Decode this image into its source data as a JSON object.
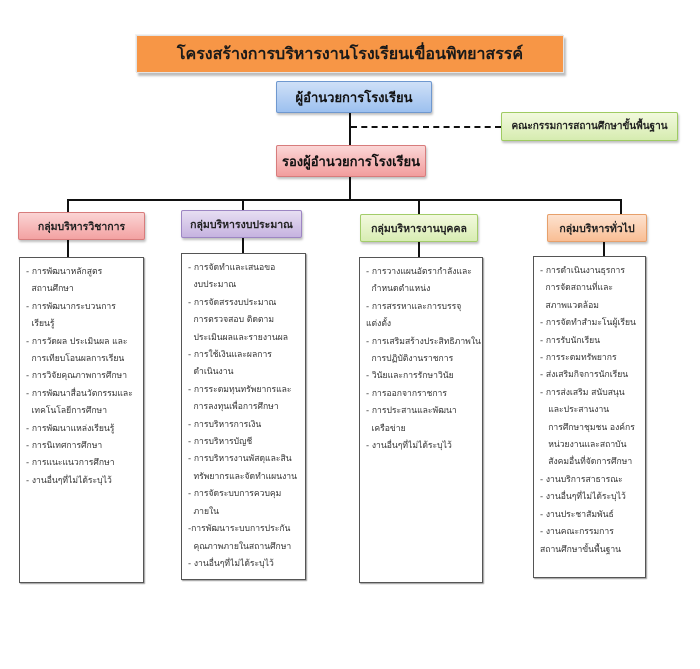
{
  "diagram": {
    "title": "โครงสร้างการบริหารงานโรงเรียนเขื่อนพิทยาสรรค์",
    "director": "ผู้อำนวยการโรงเรียน",
    "committee": "คณะกรรมการสถานศึกษาขั้นพื้นฐาน",
    "deputy": "รองผู้อำนวยการโรงเรียน",
    "colors": {
      "title": "#f79646",
      "director": "#9cc0ef",
      "committee": "#d6ecb0",
      "deputy": "#f29d9d",
      "academic": "#f3a2a2",
      "budget": "#c6b3e0",
      "personnel": "#d8edb3",
      "general": "#f9be94"
    },
    "groups": [
      {
        "title": "กลุ่มบริหารวิชาการ",
        "lines": [
          "- การพัฒนาหลักสูตร",
          "  สถานศึกษา",
          "- การพัฒนากระบวนการ",
          "  เรียนรู้",
          "- การวัดผล ประเมินผล และ",
          "  การเทียบโอนผลการเรียน",
          "- การวิจัยคุณภาพการศึกษา",
          "- การพัฒนาสื่อนวัตกรรมและ",
          "  เทคโนโลยีการศึกษา",
          "- การพัฒนาแหล่งเรียนรู้",
          "- การนิเทศการศึกษา",
          "- การแนะแนวการศึกษา",
          "- งานอื่นๆที่ไม่ได้ระบุไว้"
        ]
      },
      {
        "title": "กลุ่มบริหารงบประมาณ",
        "lines": [
          "- การจัดทำและเสนอขอ",
          "  งบประมาณ",
          "- การจัดสรรงบประมาณ",
          "  การตรวจสอบ ติดตาม",
          "  ประเมินผลและรายงานผล",
          "- การใช้เงินและผลการ",
          "  ดำเนินงาน",
          "- การระดมทุนทรัพยากรและ",
          "  การลงทุนเพื่อการศึกษา",
          "- การบริหารการเงิน",
          "- การบริหารบัญชี",
          "- การบริหารงานพัสดุและสิน",
          "  ทรัพยากรและจัดทำแผนงาน",
          "- การจัดระบบการควบคุม",
          "  ภายใน",
          "-การพัฒนาระบบการประกัน",
          "  คุณภาพภายในสถานศึกษา",
          "- งานอื่นๆที่ไม่ได้ระบุไว้"
        ]
      },
      {
        "title": "กลุ่มบริหารงานบุคคล",
        "lines": [
          "- การวางแผนอัตรากำลังและ",
          "  กำหนดตำแหน่ง",
          "- การสรรหาและการบรรจุ",
          "แต่งตั้ง",
          "- การเสริมสร้างประสิทธิภาพใน",
          "  การปฏิบัติงานราชการ",
          "- วินัยและการรักษาวินัย",
          "- การออกจากราชการ",
          "- การประสานและพัฒนา",
          "  เครือข่าย",
          "- งานอื่นๆที่ไม่ได้ระบุไว้"
        ]
      },
      {
        "title": "กลุ่มบริหารทั่วไป",
        "lines": [
          "- การดำเนินงานธุรการ",
          "  การจัดสถานที่และ",
          "  สภาพแวดล้อม",
          "- การจัดทำสำมะโนผู้เรียน",
          "- การรับนักเรียน",
          "- การระดมทรัพยากร",
          "- ส่งเสริมกิจการนักเรียน",
          "- การส่งเสริม สนับสนุน",
          "   และประสานงาน",
          "   การศึกษาชุมชน องค์กร",
          "   หน่วยงานและสถาบัน",
          "   สังคมอื่นที่จัดการศึกษา",
          "- งานบริการสาธารณะ",
          "- งานอื่นๆที่ไม่ได้ระบุไว้",
          "- งานประชาสัมพันธ์",
          "- งานคณะกรรมการ",
          "สถานศึกษาขั้นพื้นฐาน"
        ]
      }
    ]
  }
}
